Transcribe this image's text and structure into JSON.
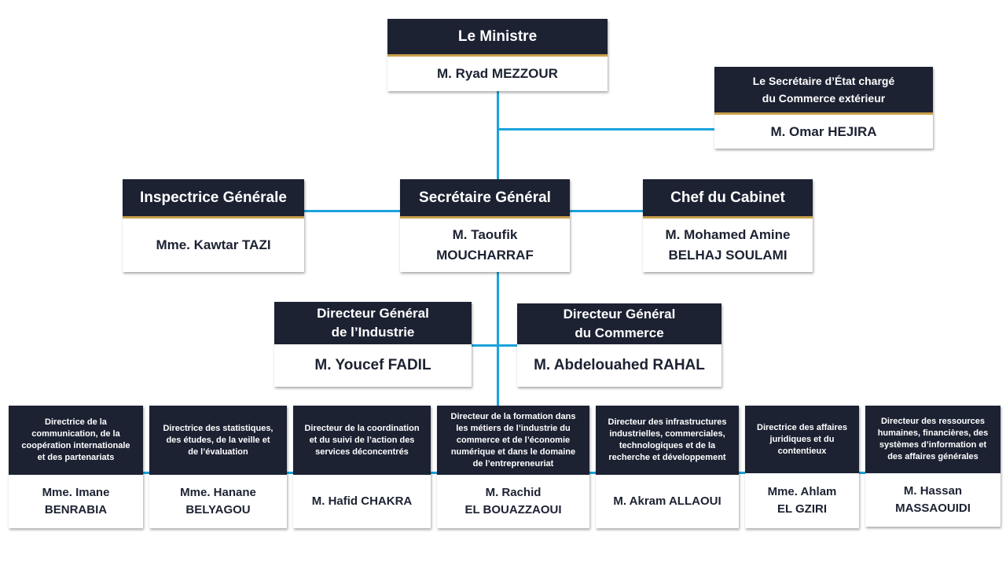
{
  "colors": {
    "header": "#1c2232",
    "accent": "#c9a04a",
    "connector": "#1aa3dc"
  },
  "minister": {
    "title": "Le Ministre",
    "name": "M. Ryad MEZZOUR"
  },
  "secretary_state": {
    "title": "Le Secrétaire d’État chargé\ndu Commerce extérieur",
    "name": "M. Omar HEJIRA"
  },
  "inspectrice": {
    "title": "Inspectrice Générale",
    "name": "Mme. Kawtar TAZI"
  },
  "secretaire_general": {
    "title": "Secrétaire Général",
    "name": "M. Taoufik\nMOUCHARRAF"
  },
  "chef_cabinet": {
    "title": "Chef du Cabinet",
    "name": "M. Mohamed Amine\nBELHAJ SOULAMI"
  },
  "dg_industrie": {
    "title": "Directeur Général\nde l’Industrie",
    "name": "M. Youcef FADIL"
  },
  "dg_commerce": {
    "title": "Directeur Général\ndu Commerce",
    "name": "M. Abdelouahed RAHAL"
  },
  "directions": [
    {
      "title": "Directrice de la\ncommunication, de la\ncoopération internationale\net des partenariats",
      "name": "Mme. Imane\nBENRABIA"
    },
    {
      "title": "Directrice des statistiques,\ndes études, de la veille et\nde l’évaluation",
      "name": "Mme. Hanane\nBELYAGOU"
    },
    {
      "title": "Directeur de la coordination\net du suivi de l’action des\nservices déconcentrés",
      "name": "M. Hafid CHAKRA"
    },
    {
      "title": "Directeur de la formation dans\nles métiers de l’industrie du\ncommerce et de l’économie\nnumérique et dans le domaine\nde l’entrepreneuriat",
      "name": "M. Rachid\nEL BOUAZZAOUI"
    },
    {
      "title": "Directeur des infrastructures\nindustrielles, commerciales,\ntechnologiques et de la\nrecherche et développement",
      "name": "M. Akram ALLAOUI"
    },
    {
      "title": "Directrice des affaires\njuridiques et du\ncontentieux",
      "name": "Mme. Ahlam\nEL GZIRI"
    },
    {
      "title": "Directeur des ressources\nhumaines, financières, des\nsystèmes d’information et\ndes affaires générales",
      "name": "M. Hassan\nMASSAOUIDI"
    }
  ]
}
